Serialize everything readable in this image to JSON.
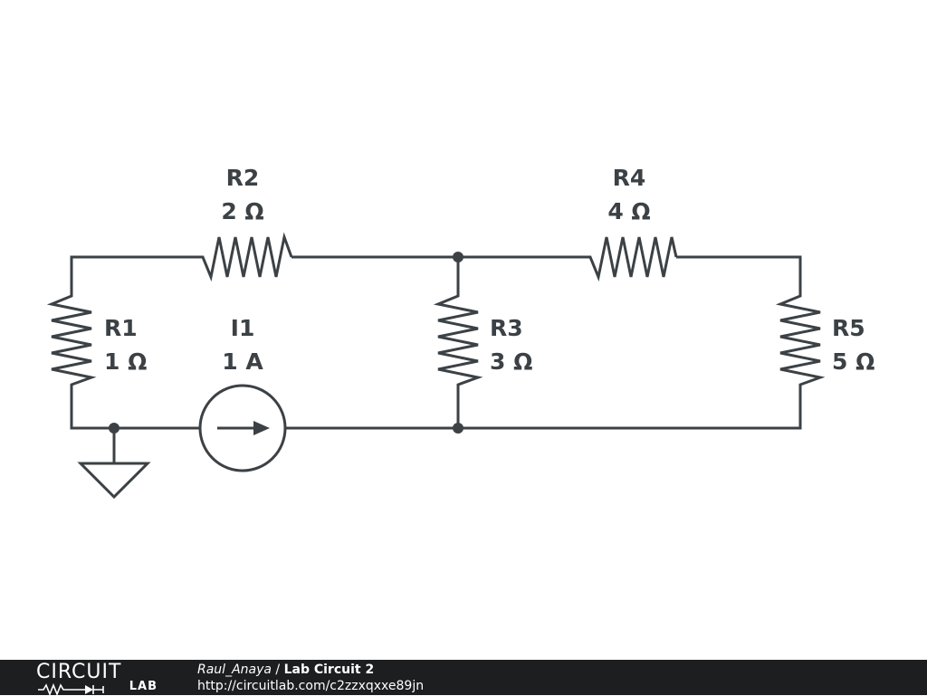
{
  "components": {
    "R1": {
      "name": "R1",
      "value": "1 Ω"
    },
    "R2": {
      "name": "R2",
      "value": "2 Ω"
    },
    "R3": {
      "name": "R3",
      "value": "3 Ω"
    },
    "R4": {
      "name": "R4",
      "value": "4 Ω"
    },
    "R5": {
      "name": "R5",
      "value": "5 Ω"
    },
    "I1": {
      "name": "I1",
      "value": "1 A"
    }
  },
  "footer": {
    "logo_top": "CIRCUIT",
    "logo_bottom": "LAB",
    "author": "Raul_Anaya",
    "separator": " / ",
    "title": "Lab Circuit 2",
    "url": "http://circuitlab.com/c2zzxqxxe89jn"
  },
  "colors": {
    "wire": "#3b4145",
    "footer_bg": "#1d1e20",
    "footer_text": "#ffffff"
  }
}
